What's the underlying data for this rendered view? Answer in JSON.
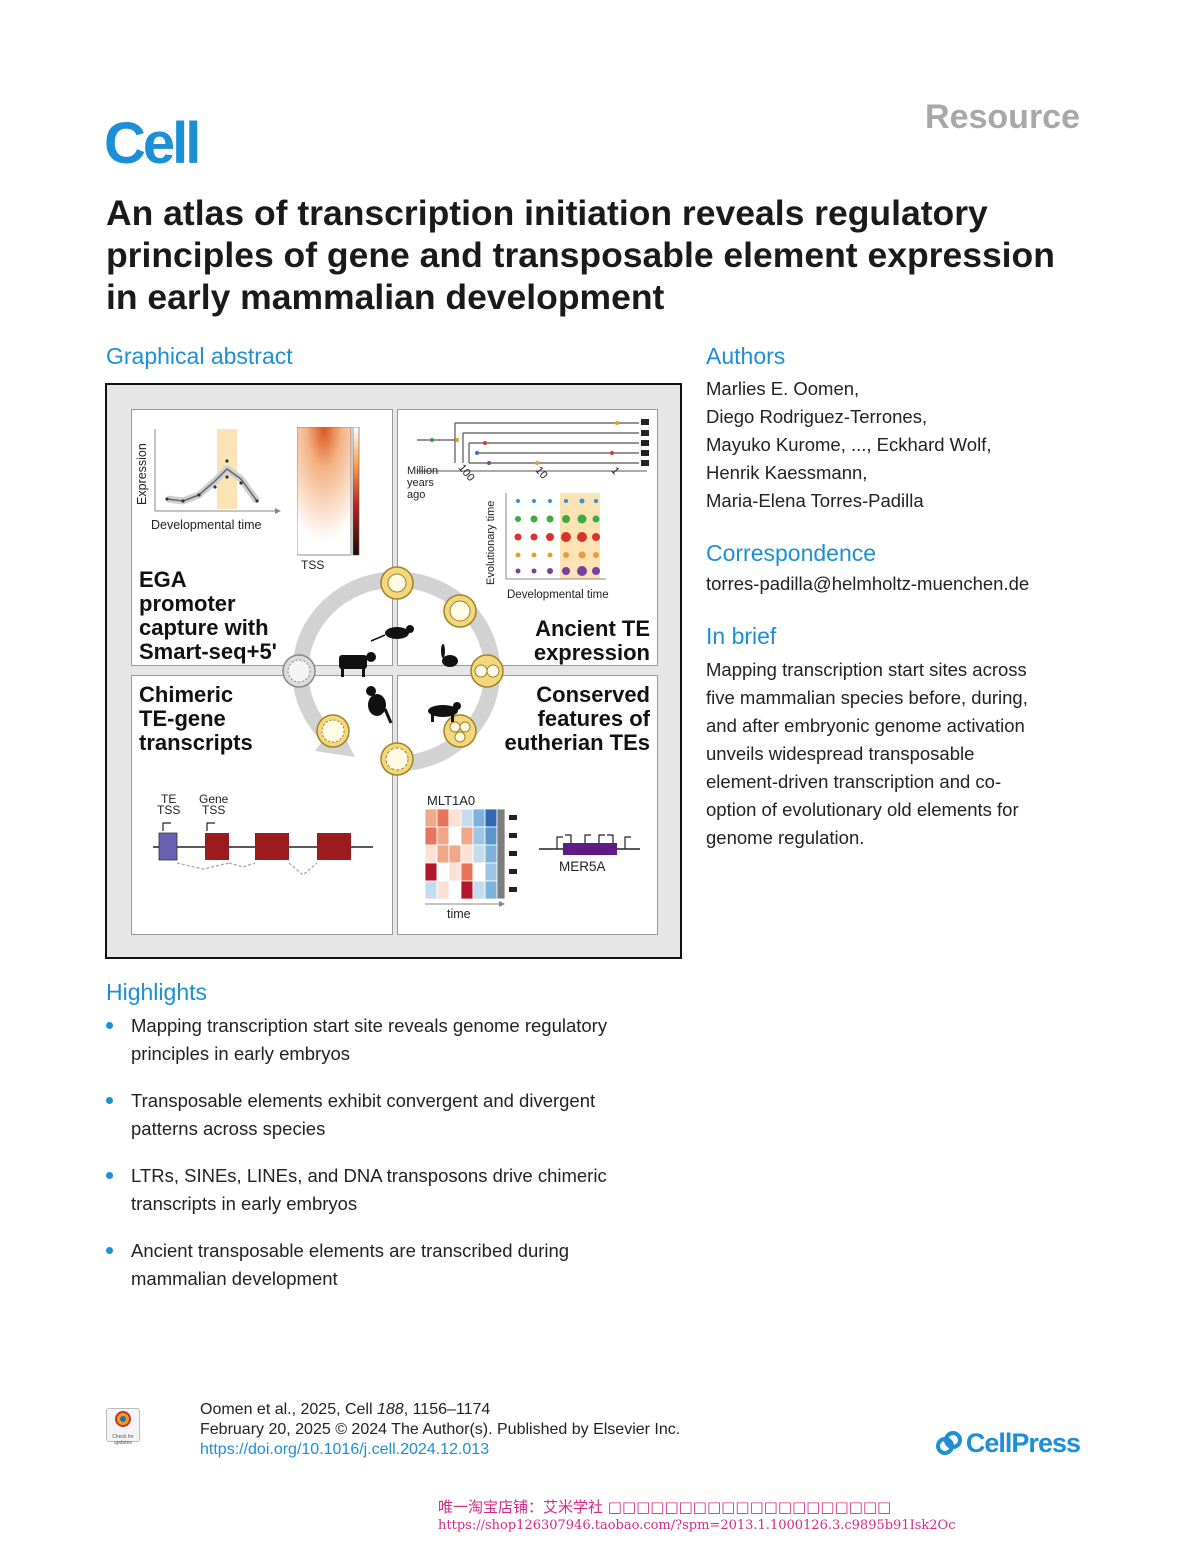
{
  "header": {
    "journal": "Cell",
    "article_type": "Resource",
    "title": "An atlas of transcription initiation reveals regulatory principles of gene and transposable element expression in early mammalian development"
  },
  "graphical_abstract": {
    "heading": "Graphical abstract",
    "panel_tl": {
      "ylabel": "Expression",
      "xlabel": "Developmental time",
      "heat_label": "TSS",
      "title_lines": [
        "EGA",
        "promoter",
        "capture with",
        "Smart-seq+5'"
      ]
    },
    "panel_tr": {
      "axis_label_lines": [
        "Million",
        "years",
        "ago"
      ],
      "ticks": [
        "100",
        "10",
        "1"
      ],
      "ylabel": "Evolutionary time",
      "xlabel": "Developmental time",
      "title_lines": [
        "Ancient TE",
        "expression"
      ]
    },
    "panel_bl": {
      "title_lines": [
        "Chimeric",
        "TE-gene",
        "transcripts"
      ],
      "te_label_lines": [
        "TE",
        "TSS"
      ],
      "gene_label_lines": [
        "Gene",
        "TSS"
      ]
    },
    "panel_br": {
      "title_lines": [
        "Conserved",
        "features of",
        "eutherian TEs"
      ],
      "heatmap_label": "MLT1A0",
      "time_label": "time",
      "element_label": "MER5A"
    }
  },
  "authors": {
    "heading": "Authors",
    "lines": [
      "Marlies E. Oomen,",
      "Diego Rodriguez-Terrones,",
      "Mayuko Kurome, ..., Eckhard Wolf,",
      "Henrik Kaessmann,",
      "Maria-Elena Torres-Padilla"
    ]
  },
  "correspondence": {
    "heading": "Correspondence",
    "email": "torres-padilla@helmholtz-muenchen.de"
  },
  "in_brief": {
    "heading": "In brief",
    "lines": [
      "Mapping transcription start sites across",
      "five mammalian species before, during,",
      "and after embryonic genome activation",
      "unveils widespread transposable",
      "element-driven transcription and co-",
      "option of evolutionary old elements for",
      "genome regulation."
    ]
  },
  "highlights": {
    "heading": "Highlights",
    "items": [
      [
        "Mapping transcription start site reveals genome regulatory",
        "principles in early embryos"
      ],
      [
        "Transposable elements exhibit convergent and divergent",
        "patterns across species"
      ],
      [
        "LTRs, SINEs, LINEs, and DNA transposons drive chimeric",
        "transcripts in early embryos"
      ],
      [
        "Ancient transposable elements are transcribed during",
        "mammalian development"
      ]
    ]
  },
  "footer": {
    "citation_authors": "Oomen et al., 2025, Cell ",
    "citation_volume": "188",
    "citation_pages": ", 1156–1174",
    "date_line": "February 20, 2025 © 2024 The Author(s). Published by Elsevier Inc.",
    "doi": "https://doi.org/10.1016/j.cell.2024.12.013",
    "check_updates": "Check for updates",
    "publisher": "CellPress"
  },
  "watermark": {
    "line1": "唯一淘宝店铺：艾米学社 □□□□□□□□□□□□□□□□□□□□",
    "line2": "https://shop126307946.taobao.com/?spm=2013.1.1000126.3.c9895b91Isk2Oc"
  },
  "colors": {
    "accent": "#1c8fd6",
    "resource_gray": "#a8a8a8",
    "highlight_band": "#fbe3b6",
    "te_exon": "#6b5fb0",
    "gene_exon": "#9b1b1f",
    "mer5a": "#5e1b86"
  }
}
